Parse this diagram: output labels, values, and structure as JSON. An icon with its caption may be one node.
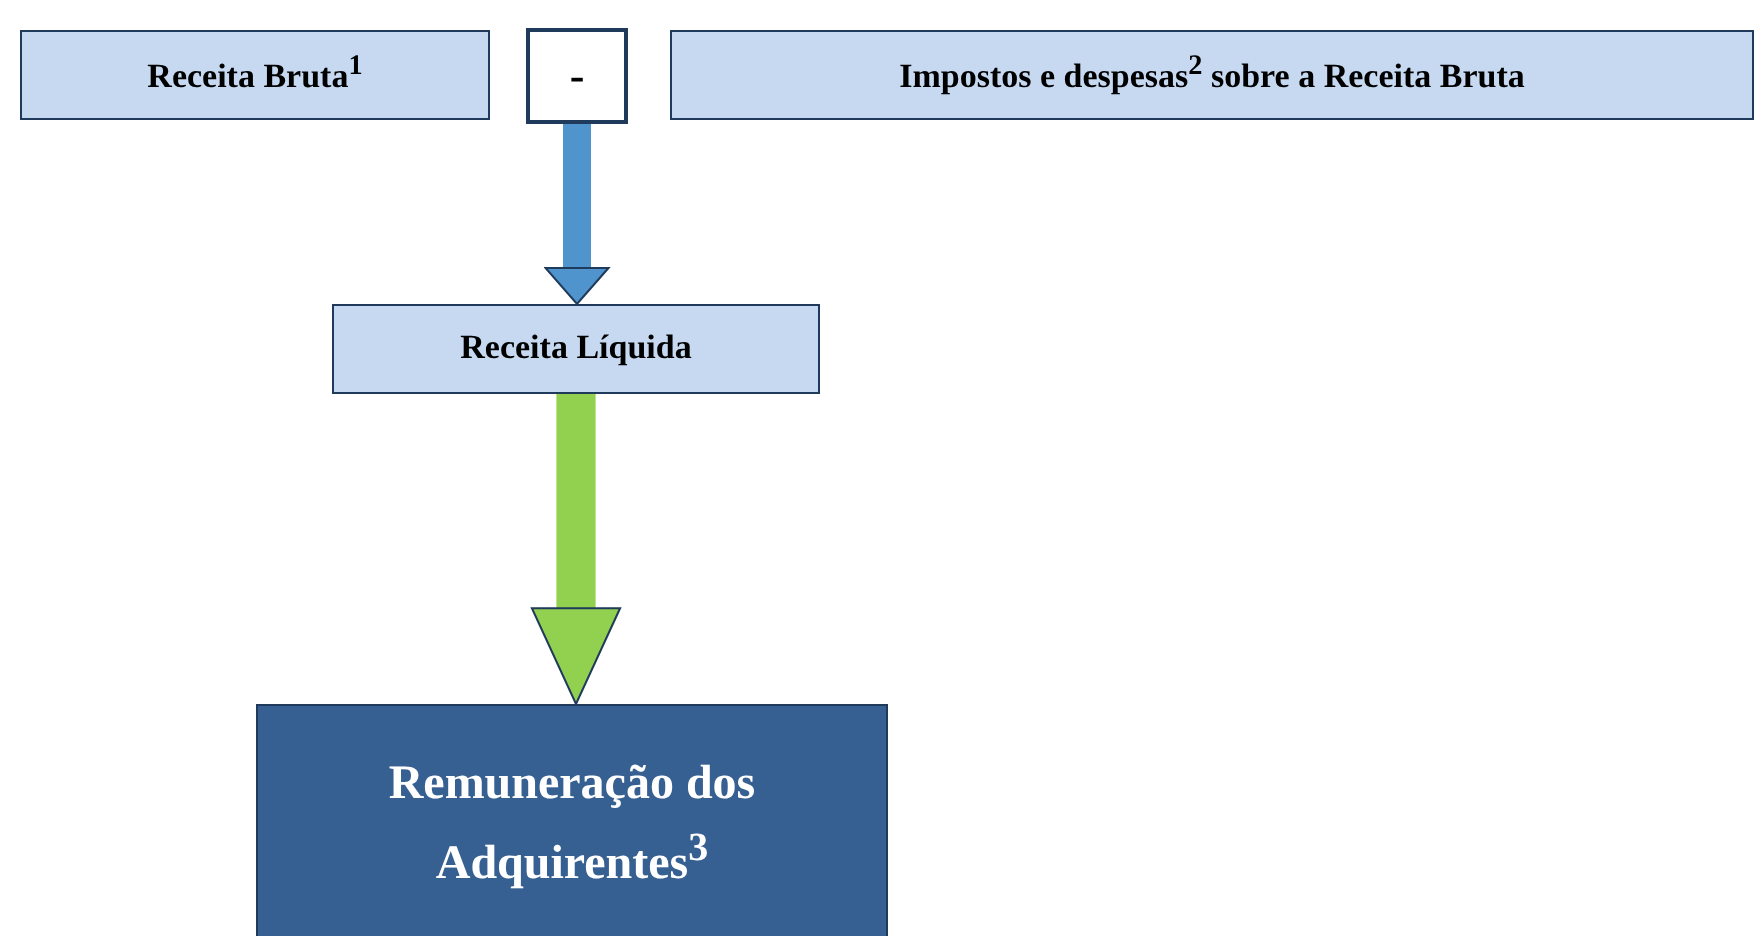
{
  "diagram": {
    "nodes": [
      {
        "text": [
          "Receita Bruta$^{1}$"
        ]
      },
      {
        "text": [
          "-"
        ]
      },
      {
        "text": [
          "Impostos e despesas$^{2}$ sobre a Receita Bruta"
        ]
      },
      {
        "text": [
          "Receita Líquida"
        ]
      },
      {
        "text": [
          "Remuneração dos Adquirentes$^{3}$"
        ]
      }
    ],
    "edges": [
      {
        "from": 1,
        "to": 3,
        "arrow": "to",
        "color": "#4f94cd"
      },
      {
        "from": 3,
        "to": 4,
        "arrow": "to",
        "color": "#92d050"
      }
    ]
  }
}
